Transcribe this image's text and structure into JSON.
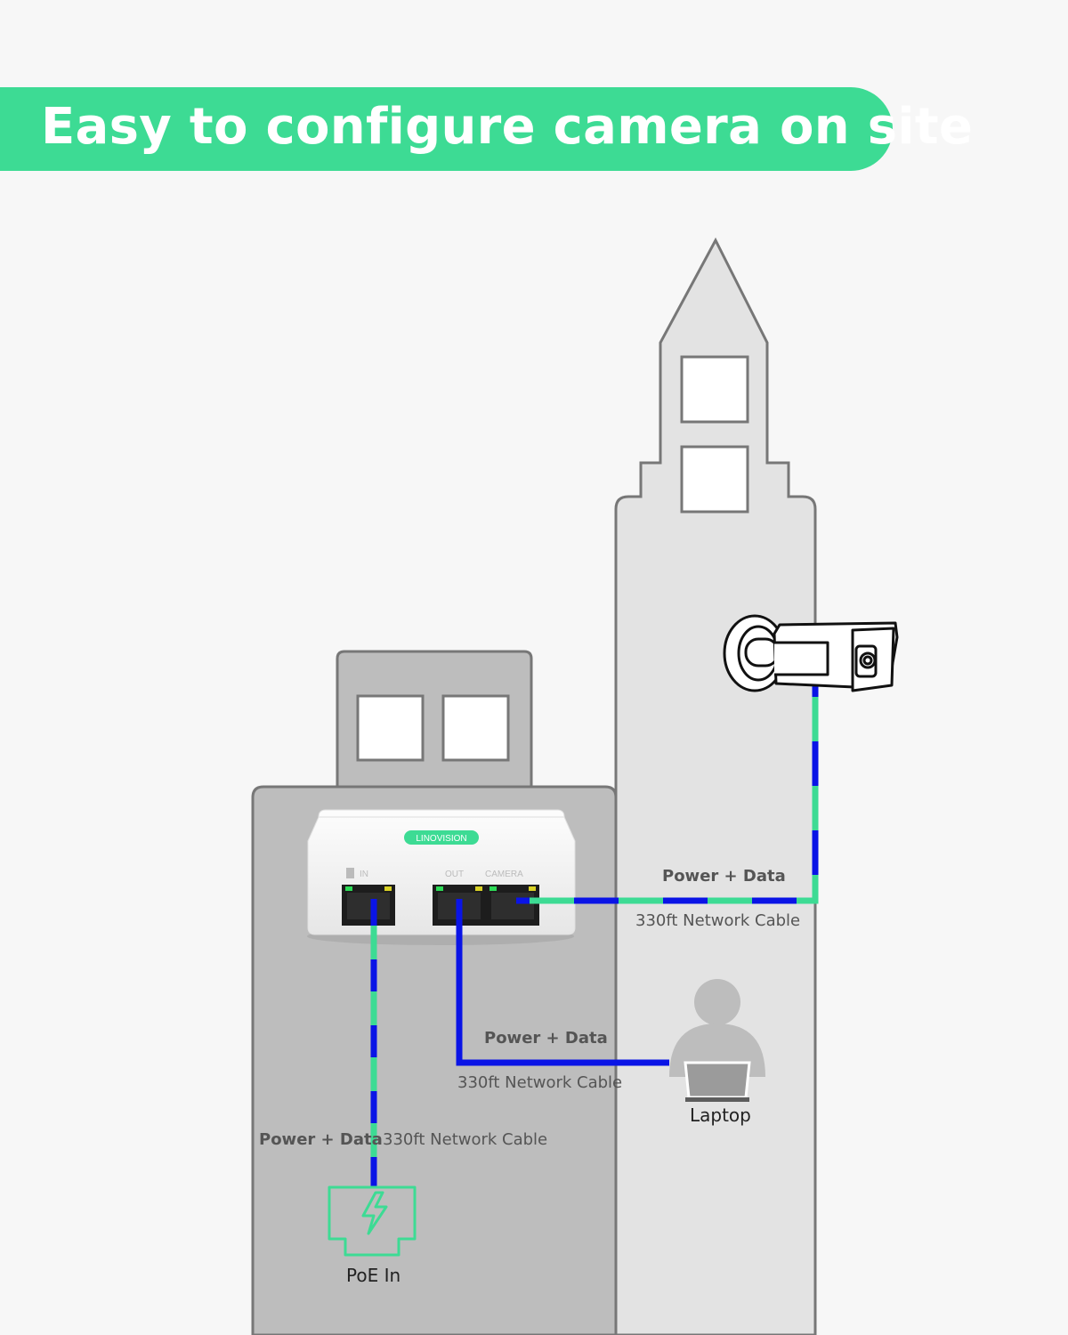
{
  "title": "Easy to configure camera on site",
  "colors": {
    "accent": "#3ddb94",
    "cable": "#0a14e6",
    "building_outline": "#777777",
    "building_front": "#bdbdbd",
    "building_tower": "#e3e3e3",
    "window": "#ffffff"
  },
  "device": {
    "brand": "LINOVISION",
    "port_in": "IN",
    "port_out": "OUT",
    "port_camera": "CAMERA"
  },
  "links": {
    "camera": {
      "label": "Power + Data",
      "cable": "330ft Network Cable"
    },
    "laptop": {
      "label": "Power + Data",
      "cable": "330ft Network Cable"
    },
    "poe": {
      "label": "Power + Data",
      "cable": "330ft Network Cable"
    }
  },
  "endpoints": {
    "laptop": "Laptop",
    "poe_in": "PoE In"
  },
  "icons": {
    "camera": "bullet-camera-icon",
    "laptop_user": "user-with-laptop-icon",
    "poe": "poe-port-lightning-icon"
  }
}
